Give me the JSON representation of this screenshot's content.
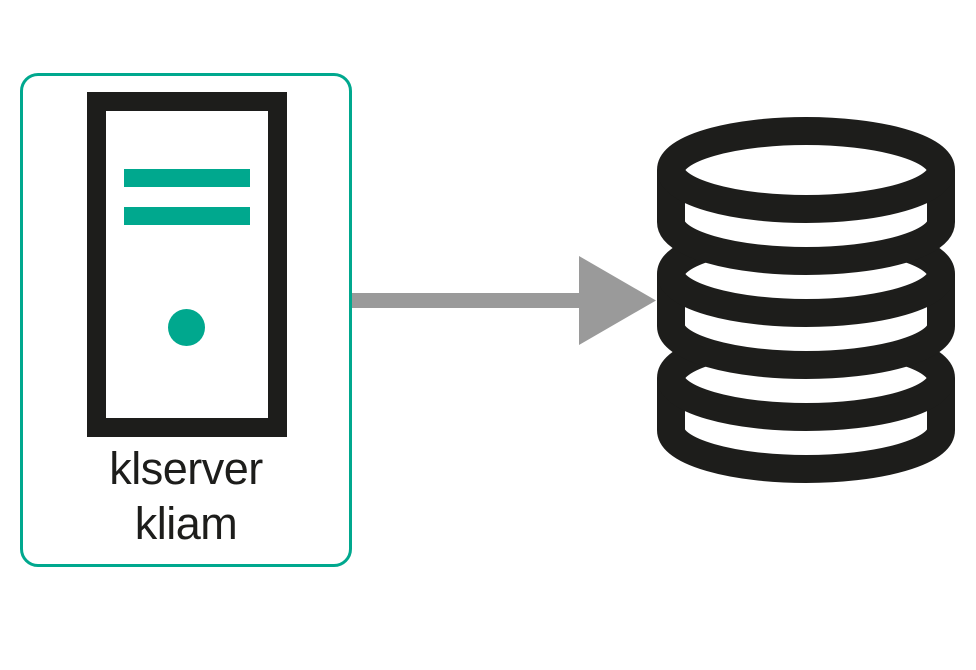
{
  "diagram": {
    "server_node": {
      "label_line1": "klserver",
      "label_line2": "kliam",
      "icon": "server-tower-icon",
      "border_color": "#00a88e",
      "accent_color": "#00a88e",
      "icon_color": "#1d1d1b",
      "label_color": "#1d1d1b"
    },
    "arrow": {
      "icon": "right-arrow-icon",
      "direction": "right",
      "color": "#9a9a9a"
    },
    "database_node": {
      "icon": "database-icon",
      "disk_count": 3,
      "color": "#1d1d1b"
    },
    "background_color": "#ffffff"
  }
}
